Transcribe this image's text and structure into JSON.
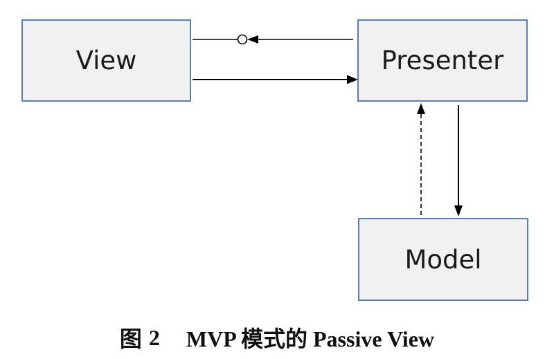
{
  "diagram": {
    "nodes": {
      "view": "View",
      "presenter": "Presenter",
      "model": "Model"
    },
    "edges": [
      {
        "from": "Presenter",
        "to": "View",
        "style": "solid",
        "tail": "circle"
      },
      {
        "from": "View",
        "to": "Presenter",
        "style": "solid"
      },
      {
        "from": "Presenter",
        "to": "Model",
        "style": "solid"
      },
      {
        "from": "Model",
        "to": "Presenter",
        "style": "dashed"
      }
    ],
    "colors": {
      "box_fill": "#f1f1f1",
      "box_border": "#5a7db4",
      "line": "#000000"
    }
  },
  "caption": {
    "figure_label": "图",
    "figure_number": "2",
    "title": "MVP 模式的 Passive View"
  }
}
